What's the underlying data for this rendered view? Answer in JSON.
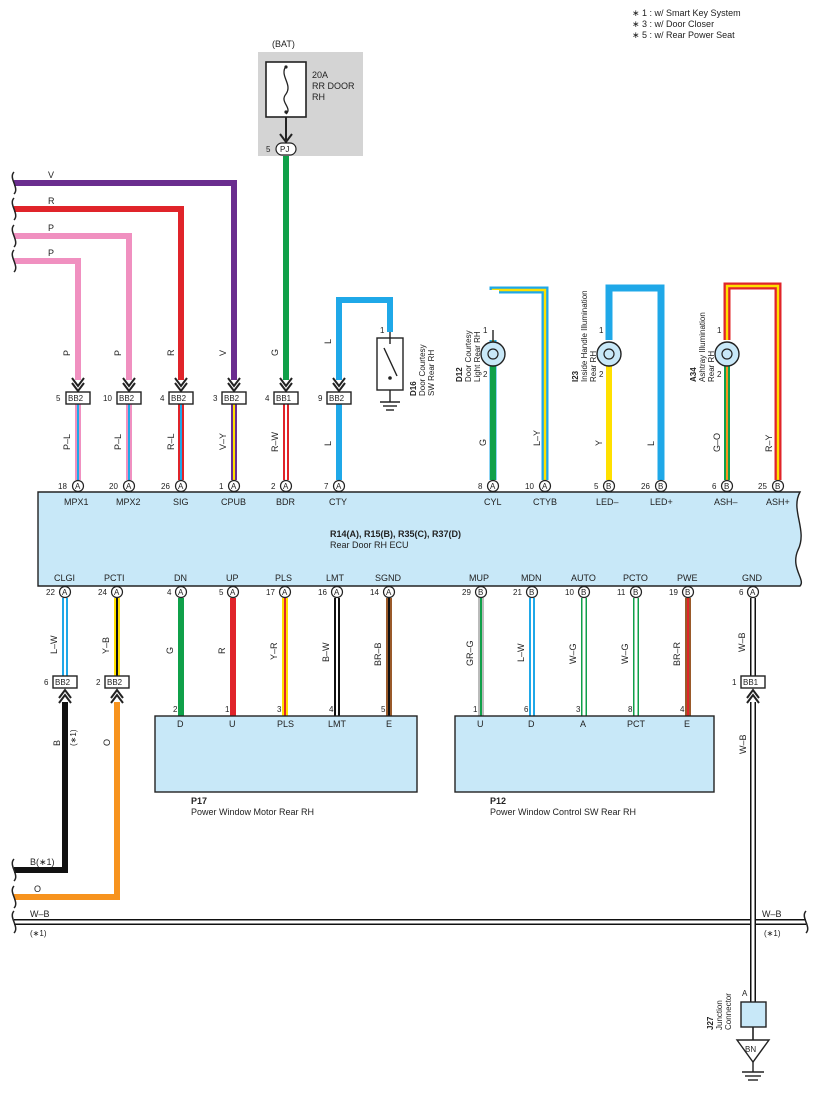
{
  "notes": [
    "∗ 1 : w/ Smart Key System",
    "∗ 3 : w/ Door Closer",
    "∗ 5 : w/ Rear Power Seat"
  ],
  "colors": {
    "V": "#6a2d8f",
    "R": "#e0242a",
    "P": "#f090c0",
    "G": "#0fa049",
    "L": "#1fa8e8",
    "Y": "#ffe000",
    "B": "#111111",
    "O": "#f7931e",
    "W": "#ffffff",
    "BR": "#9a5a2a",
    "ecu_fill": "#c8e8f8",
    "fuse_box": "#d4d4d4"
  },
  "fuse": {
    "source": "(BAT)",
    "rating": "20A",
    "name_l1": "RR DOOR",
    "name_l2": "RH",
    "pin": "5",
    "connector": "PJ"
  },
  "left_wires": [
    {
      "code": "V",
      "color": "V"
    },
    {
      "code": "R",
      "color": "R"
    },
    {
      "code": "P",
      "color": "P"
    },
    {
      "code": "P",
      "color": "P"
    }
  ],
  "top_connectors": [
    {
      "pin": "5",
      "conn": "BB2",
      "code_above": "P",
      "code_below": "P–L",
      "ecu_pin": "18",
      "ecu_letter": "A",
      "ecu_name": "MPX1"
    },
    {
      "pin": "10",
      "conn": "BB2",
      "code_above": "P",
      "code_below": "P–L",
      "ecu_pin": "20",
      "ecu_letter": "A",
      "ecu_name": "MPX2"
    },
    {
      "pin": "4",
      "conn": "BB2",
      "code_above": "R",
      "code_below": "R–L",
      "ecu_pin": "26",
      "ecu_letter": "A",
      "ecu_name": "SIG"
    },
    {
      "pin": "3",
      "conn": "BB2",
      "code_above": "V",
      "code_below": "V–Y",
      "ecu_pin": "1",
      "ecu_letter": "A",
      "ecu_name": "CPUB"
    },
    {
      "pin": "4",
      "conn": "BB1",
      "code_above": "G",
      "code_below": "R–W",
      "ecu_pin": "2",
      "ecu_letter": "A",
      "ecu_name": "BDR"
    },
    {
      "pin": "9",
      "conn": "BB2",
      "code_above": "L",
      "code_below": "L",
      "ecu_pin": "7",
      "ecu_letter": "A",
      "ecu_name": "CTY"
    }
  ],
  "courtesy_switch": {
    "id": "D16",
    "name_l1": "Door Courtesy",
    "name_l2": "SW Rear RH",
    "pin": "1"
  },
  "lamps": [
    {
      "id": "D12",
      "name_l1": "Door Courtesy",
      "name_l2": "Light Rear RH",
      "pin1": "1",
      "pin2": "2",
      "left_code": "G",
      "right_code": "L–Y",
      "left_pin": "8",
      "left_letter": "A",
      "left_name": "CYL",
      "right_pin": "10",
      "right_letter": "A",
      "right_name": "CTYB"
    },
    {
      "id": "I23",
      "name_l1": "Inside Handle Illumination",
      "name_l2": "Rear RH",
      "pin1": "1",
      "pin2": "2",
      "left_code": "Y",
      "right_code": "L",
      "left_pin": "5",
      "left_letter": "B",
      "left_name": "LED–",
      "right_pin": "26",
      "right_letter": "B",
      "right_name": "LED+"
    },
    {
      "id": "A34",
      "name_l1": "Ashtray Illumination",
      "name_l2": "Rear RH",
      "pin1": "1",
      "pin2": "2",
      "left_code": "G–O",
      "right_code": "R–Y",
      "left_pin": "6",
      "left_letter": "B",
      "left_name": "ASH–",
      "right_pin": "25",
      "right_letter": "B",
      "right_name": "ASH+"
    }
  ],
  "ecu": {
    "connectors": "R14(A), R15(B), R35(C), R37(D)",
    "name": "Rear Door RH ECU"
  },
  "bottom_pins": [
    {
      "name": "CLGI",
      "pin": "22",
      "letter": "A",
      "code": "L–W"
    },
    {
      "name": "PCTI",
      "pin": "24",
      "letter": "A",
      "code": "Y–B"
    },
    {
      "name": "DN",
      "pin": "4",
      "letter": "A",
      "code": "G"
    },
    {
      "name": "UP",
      "pin": "5",
      "letter": "A",
      "code": "R"
    },
    {
      "name": "PLS",
      "pin": "17",
      "letter": "A",
      "code": "Y–R"
    },
    {
      "name": "LMT",
      "pin": "16",
      "letter": "A",
      "code": "B–W"
    },
    {
      "name": "SGND",
      "pin": "14",
      "letter": "A",
      "code": "BR–B"
    },
    {
      "name": "MUP",
      "pin": "29",
      "letter": "B",
      "code": "GR–G"
    },
    {
      "name": "MDN",
      "pin": "21",
      "letter": "B",
      "code": "L–W"
    },
    {
      "name": "AUTO",
      "pin": "10",
      "letter": "B",
      "code": "W–G"
    },
    {
      "name": "PCTO",
      "pin": "11",
      "letter": "B",
      "code": "W–G"
    },
    {
      "name": "PWE",
      "pin": "19",
      "letter": "B",
      "code": "BR–R"
    },
    {
      "name": "GND",
      "pin": "6",
      "letter": "A",
      "code": "W–B"
    }
  ],
  "lower_conns": [
    {
      "pin": "6",
      "conn": "BB2",
      "code": "B",
      "note": "(∗1)"
    },
    {
      "pin": "2",
      "conn": "BB2",
      "code": "O"
    },
    {
      "pin": "1",
      "conn": "BB1",
      "code": "W–B"
    }
  ],
  "motor": {
    "id": "P17",
    "name": "Power Window Motor Rear RH",
    "pins": [
      {
        "num": "2",
        "label": "D"
      },
      {
        "num": "1",
        "label": "U"
      },
      {
        "num": "3",
        "label": "PLS"
      },
      {
        "num": "4",
        "label": "LMT"
      },
      {
        "num": "5",
        "label": "E"
      }
    ]
  },
  "control_sw": {
    "id": "P12",
    "name": "Power Window Control SW Rear RH",
    "pins": [
      {
        "num": "1",
        "label": "U"
      },
      {
        "num": "6",
        "label": "D"
      },
      {
        "num": "3",
        "label": "A"
      },
      {
        "num": "8",
        "label": "PCT"
      },
      {
        "num": "4",
        "label": "E"
      }
    ]
  },
  "bottom_wires": {
    "b_label": "B(∗1)",
    "o_label": "O",
    "wb_left": "W–B",
    "wb_right": "W–B",
    "note_left": "(∗1)",
    "note_right": "(∗1)"
  },
  "junction": {
    "id": "J27",
    "name_l1": "Junction",
    "name_l2": "Connector",
    "pin": "A",
    "ground": "BN"
  }
}
